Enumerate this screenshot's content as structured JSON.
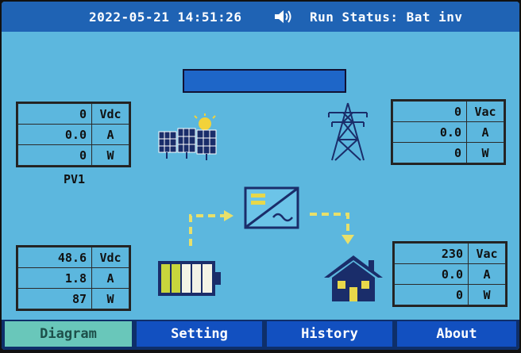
{
  "header": {
    "datetime": "2022-05-21 14:51:26",
    "run_status": "Run Status: Bat inv"
  },
  "pv": {
    "rows": [
      {
        "value": "0",
        "unit": "Vdc"
      },
      {
        "value": "0.0",
        "unit": "A"
      },
      {
        "value": "0",
        "unit": "W"
      }
    ],
    "label": "PV1"
  },
  "grid": {
    "rows": [
      {
        "value": "0",
        "unit": "Vac"
      },
      {
        "value": "0.0",
        "unit": "A"
      },
      {
        "value": "0",
        "unit": "W"
      }
    ]
  },
  "battery": {
    "rows": [
      {
        "value": "48.6",
        "unit": "Vdc"
      },
      {
        "value": "1.8",
        "unit": "A"
      },
      {
        "value": "87",
        "unit": "W"
      }
    ]
  },
  "load": {
    "rows": [
      {
        "value": "230",
        "unit": "Vac"
      },
      {
        "value": "0.0",
        "unit": "A"
      },
      {
        "value": "0",
        "unit": "W"
      }
    ]
  },
  "tabs": {
    "diagram": "Diagram",
    "setting": "Setting",
    "history": "History",
    "about": "About"
  },
  "icons": {
    "speaker": "speaker-icon",
    "solar": "solar-panel-icon",
    "grid": "power-tower-icon",
    "inverter": "inverter-icon",
    "battery": "battery-icon",
    "house": "house-icon"
  },
  "colors": {
    "background": "#5cb7de",
    "header": "#1f63b4",
    "active_tab": "#69c7ba",
    "tab": "#1250c0",
    "flow_arrow": "#e8e06a",
    "battery_cell": "#c8d63c"
  }
}
